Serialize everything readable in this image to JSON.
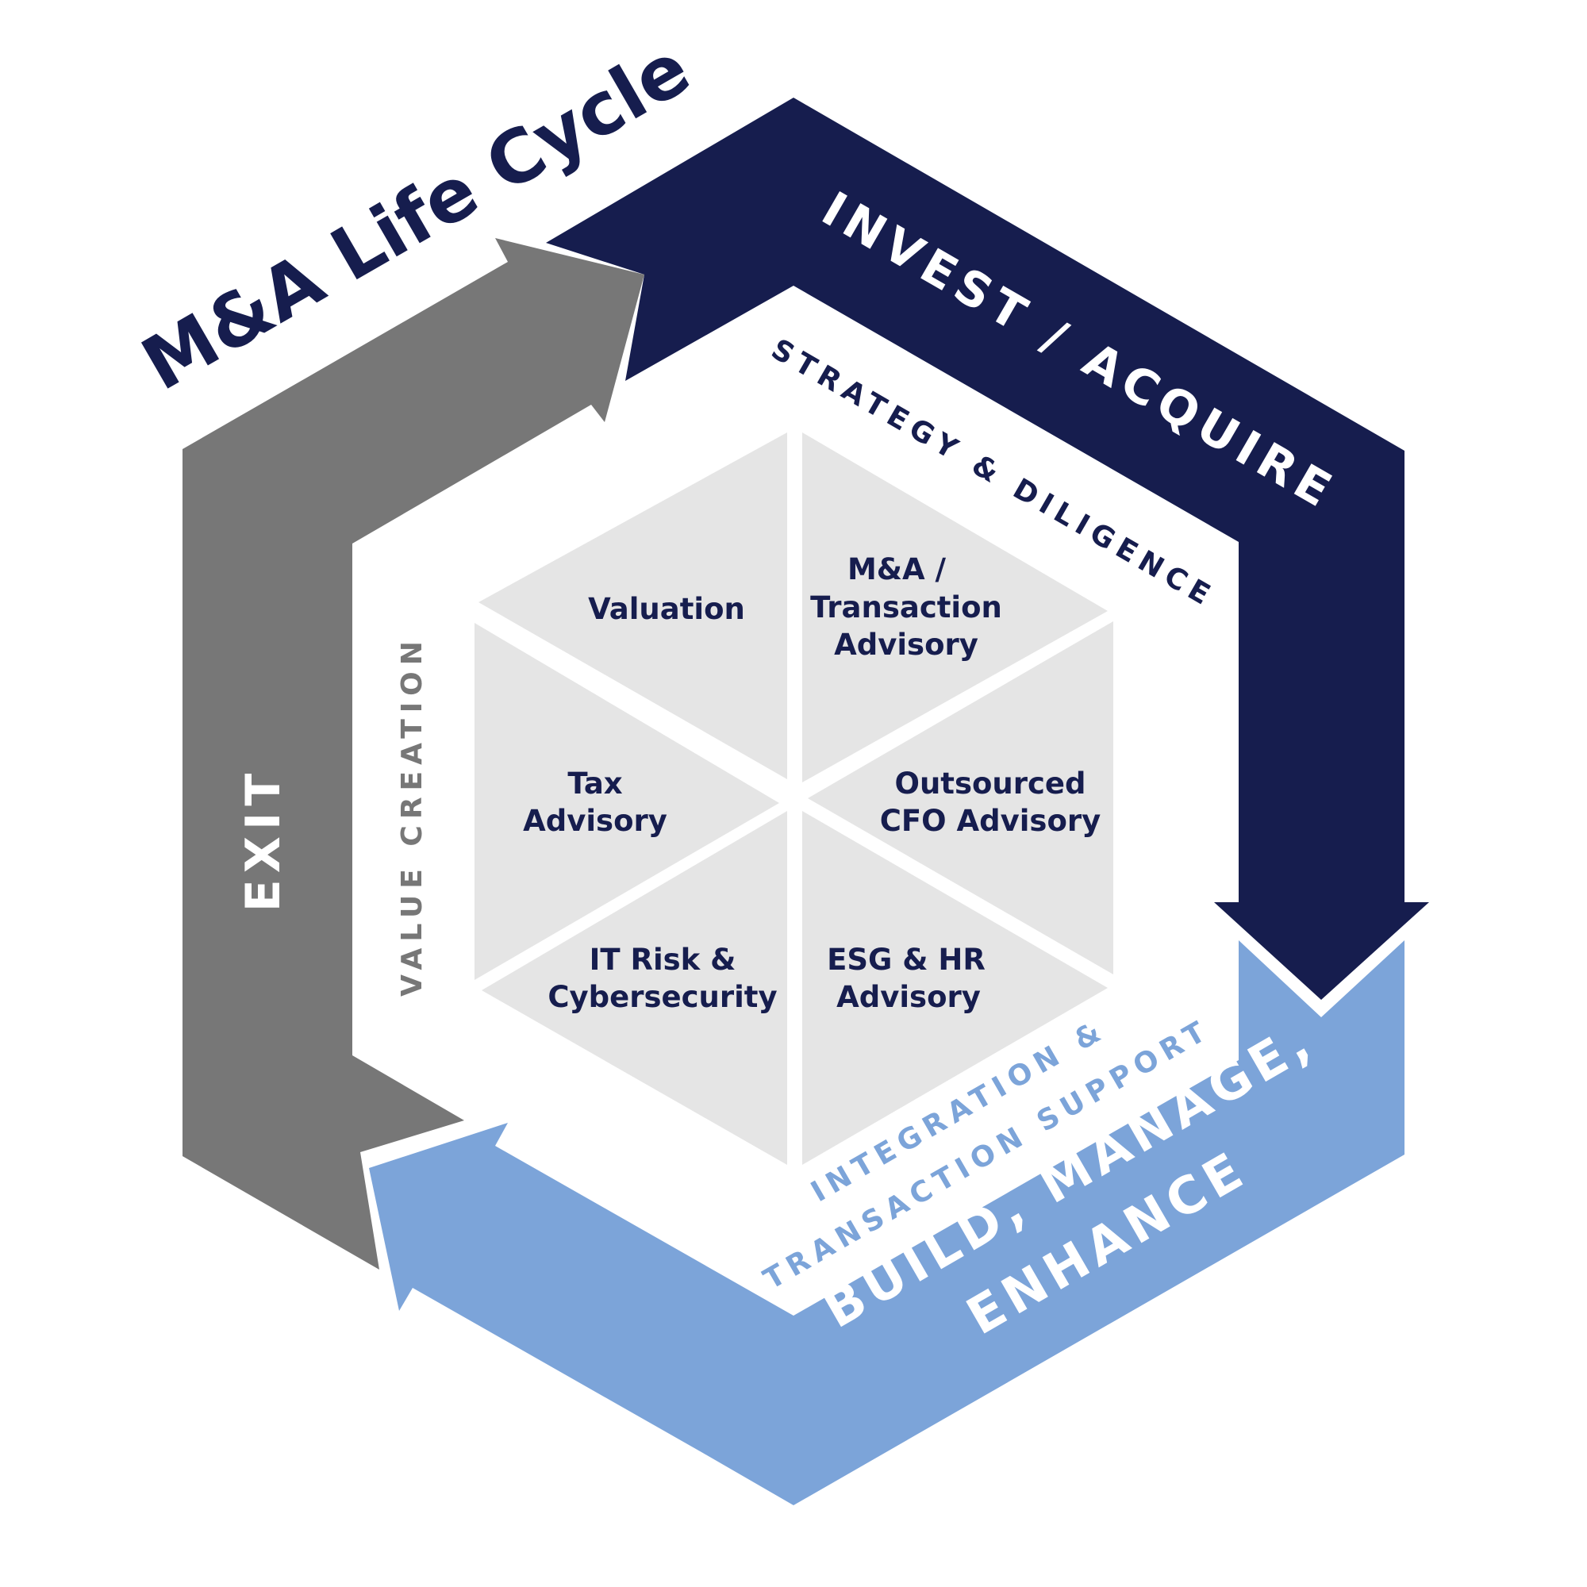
{
  "title": "M&A Life Cycle",
  "phases": {
    "invest": "INVEST / ACQUIRE",
    "build_line1": "BUILD, MANAGE,",
    "build_line2": "ENHANCE",
    "exit": "EXIT"
  },
  "sub_stages": {
    "strategy": "STRATEGY & DILIGENCE",
    "integration_line1": "INTEGRATION &",
    "integration_line2": "TRANSACTION SUPPORT",
    "value_creation": "VALUE CREATION"
  },
  "services": {
    "valuation": "Valuation",
    "ma_line1": "M&A /",
    "ma_line2": "Transaction",
    "ma_line3": "Advisory",
    "tax_line1": "Tax",
    "tax_line2": "Advisory",
    "cfo_line1": "Outsourced",
    "cfo_line2": "CFO Advisory",
    "it_line1": "IT Risk &",
    "it_line2": "Cybersecurity",
    "esg_line1": "ESG & HR",
    "esg_line2": "Advisory"
  },
  "colors": {
    "navy": "#161d4e",
    "light_blue": "#7ca4d9",
    "gray": "#777777",
    "panel": "#e5e5e5"
  }
}
